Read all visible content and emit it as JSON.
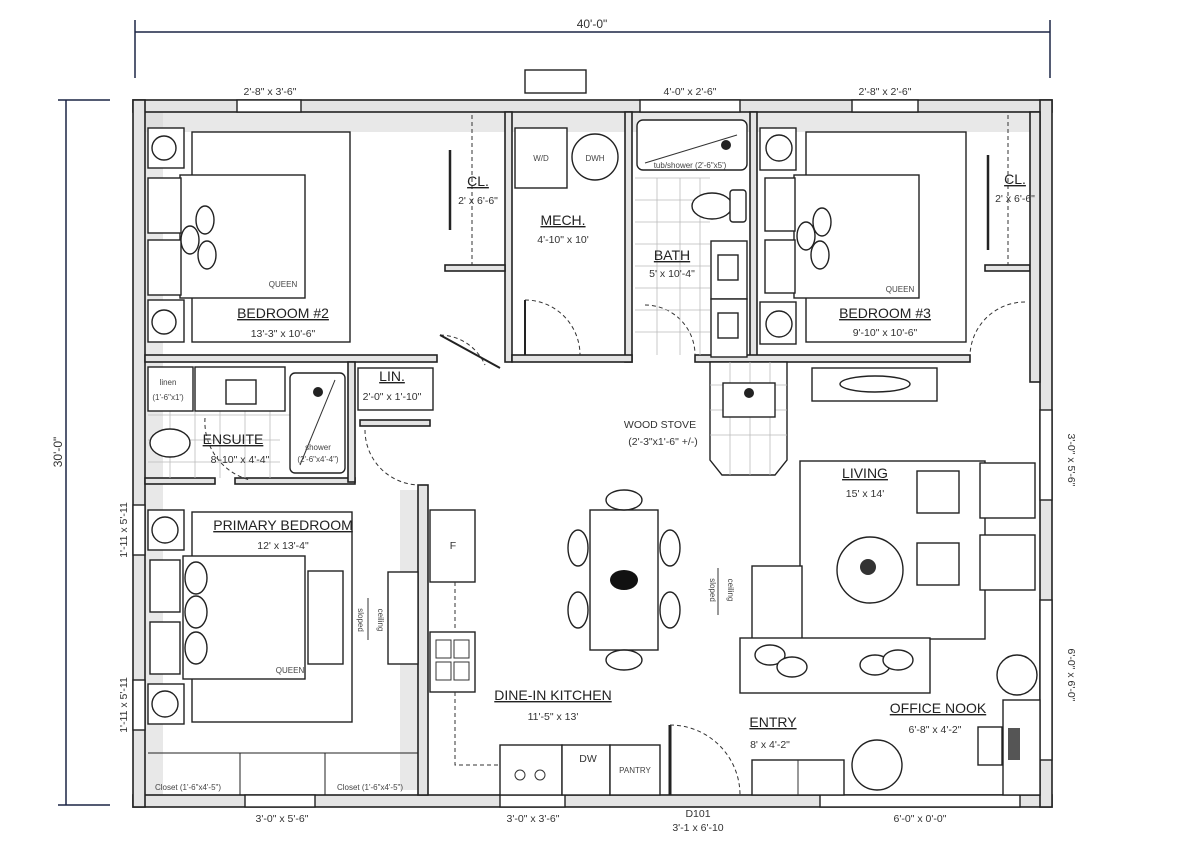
{
  "overall": {
    "width": "40'-0\"",
    "depth": "30'-0\""
  },
  "windows": {
    "top_bed2": "2'-8\" x 3'-6\"",
    "top_bath": "4'-0\" x 2'-6\"",
    "top_bed3": "2'-8\" x 2'-6\"",
    "bottom_primary": "3'-0\" x 5'-6\"",
    "bottom_kitchen": "3'-0\" x 3'-6\"",
    "bottom_office": "6'-0\" x 0'-0\"",
    "left_primary_upper": "1'-11 x 5'-11",
    "left_primary_lower": "1'-11 x 5'-11",
    "right_living": "3'-0\" x 5'-6\"",
    "right_office": "6'-0\" x 6'-0\""
  },
  "door_main": {
    "tag": "D101",
    "size": "3'-1 x 6'-10"
  },
  "rooms": {
    "bedroom2": {
      "name": "BEDROOM #2",
      "size": "13'-3\" x 10'-6\"",
      "bed": "QUEEN"
    },
    "closet2": {
      "name": "CL.",
      "size": "2' x 6'-6\""
    },
    "mech": {
      "name": "MECH.",
      "size": "4'-10\" x 10'",
      "wd": "W/D",
      "dwh": "DWH"
    },
    "bath": {
      "name": "BATH",
      "size": "5' x 10'-4\"",
      "tub": "tub/shower (2'-6\"x5')"
    },
    "bedroom3": {
      "name": "BEDROOM #3",
      "size": "9'-10\" x 10'-6\"",
      "bed": "QUEEN"
    },
    "closet3": {
      "name": "CL.",
      "size": "2' x 6'-6\""
    },
    "linen_ensuite": {
      "name": "linen",
      "size": "(1'-6\"x1')"
    },
    "linen": {
      "name": "LIN.",
      "size": "2'-0\" x 1'-10\""
    },
    "ensuite": {
      "name": "ENSUITE",
      "size": "8'-10\" x 4'-4\"",
      "shower": "shower",
      "shower_size": "(2'-6\"x4'-4\")"
    },
    "wood_stove": {
      "name": "WOOD STOVE",
      "size": "(2'-3\"x1'-6\" +/-)"
    },
    "living": {
      "name": "LIVING",
      "size": "15' x 14'"
    },
    "primary": {
      "name": "PRIMARY BEDROOM",
      "size": "12' x 13'-4\"",
      "bed": "QUEEN"
    },
    "kitchen": {
      "name": "DINE-IN KITCHEN",
      "size": "11'-5\" x 13'",
      "fridge": "F",
      "dw": "DW",
      "pantry": "PANTRY"
    },
    "closets_primary": [
      "Closet (1'-6\"x4'-5\")",
      "Closet (1'-6\"x4'-5\")"
    ],
    "entry": {
      "name": "ENTRY",
      "size": "8' x 4'-2\""
    },
    "office": {
      "name": "OFFICE NOOK",
      "size": "6'-8\" x 4'-2\""
    }
  },
  "notes": {
    "sloped_ceiling_1": [
      "sloped",
      "ceiling"
    ],
    "sloped_ceiling_2": [
      "sloped",
      "ceiling"
    ]
  }
}
